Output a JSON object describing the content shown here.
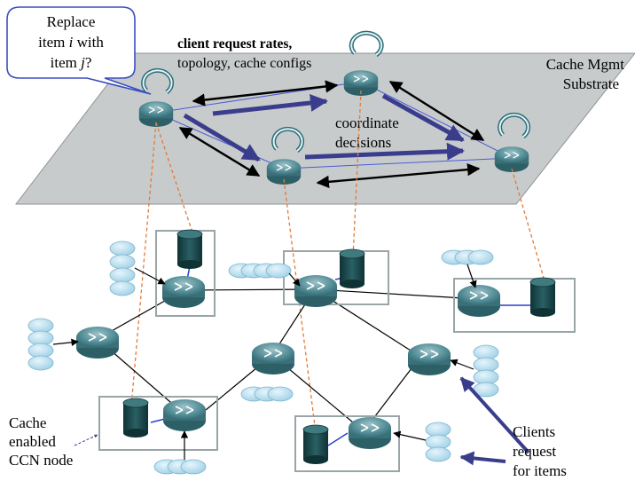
{
  "callout": {
    "line1": "Replace",
    "line2a": "item ",
    "line2b": "i",
    "line2c": " with",
    "line3a": "item ",
    "line3b": "j",
    "line3c": "?"
  },
  "substrate": {
    "line1": "Cache Mgmt",
    "line2": "Substrate"
  },
  "messages": {
    "line1": "client request rates,",
    "line2": "topology, cache configs"
  },
  "coordinate": {
    "line1": "coordinate",
    "line2": "decisions"
  },
  "cache_node": {
    "line1": "Cache",
    "line2": "enabled",
    "line3": "CCN node"
  },
  "clients": {
    "line1": "Clients",
    "line2": "request",
    "line3": "for items"
  },
  "colors": {
    "plane": "#c8cbcc",
    "router": "#4f8a94",
    "db": "#1d4a4e",
    "box": "#9aa5a8",
    "client": "#bfe2f3",
    "arrow": "#3a3d8c",
    "dashed": "#e07b39"
  }
}
